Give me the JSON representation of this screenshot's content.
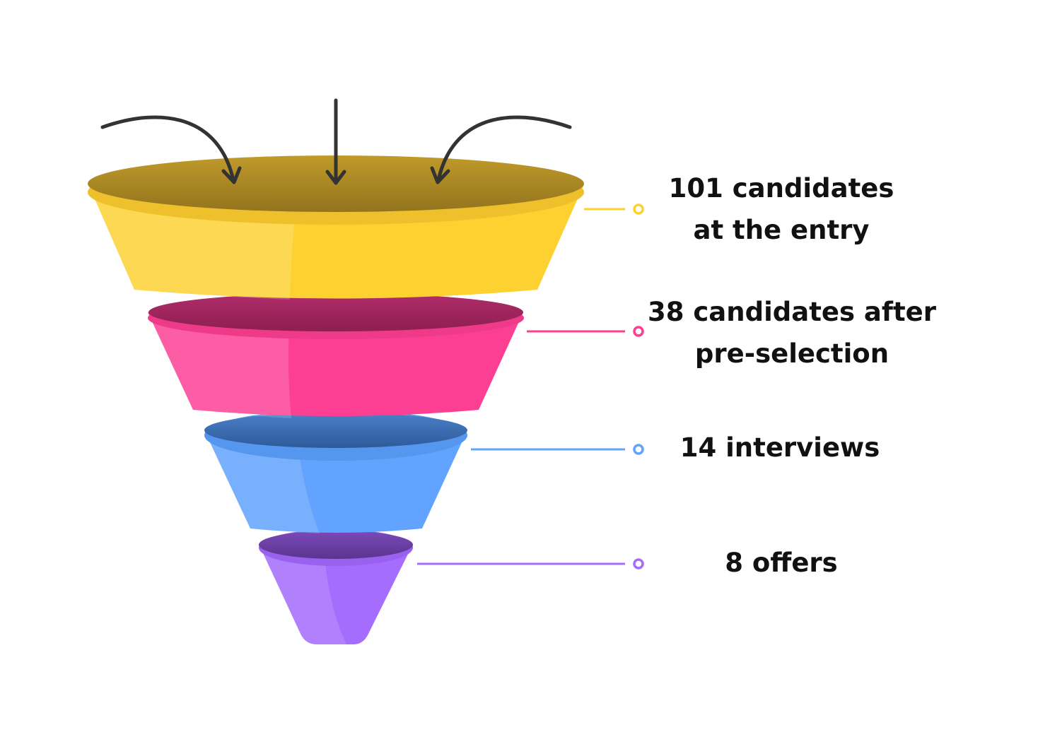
{
  "colors": {
    "stage_1": "#fdd130",
    "stage_2": "#fd3f93",
    "stage_3": "#61a3fe",
    "stage_4": "#a56dfd",
    "arrows": "#333333",
    "text": "#111111",
    "background": "#ffffff"
  },
  "stages": [
    {
      "line1": "101 candidates",
      "line2": "at the entry"
    },
    {
      "line1": "38 candidates after",
      "line2": "pre-selection"
    },
    {
      "line1": "14 interviews",
      "line2": ""
    },
    {
      "line1": "8 offers",
      "line2": ""
    }
  ]
}
